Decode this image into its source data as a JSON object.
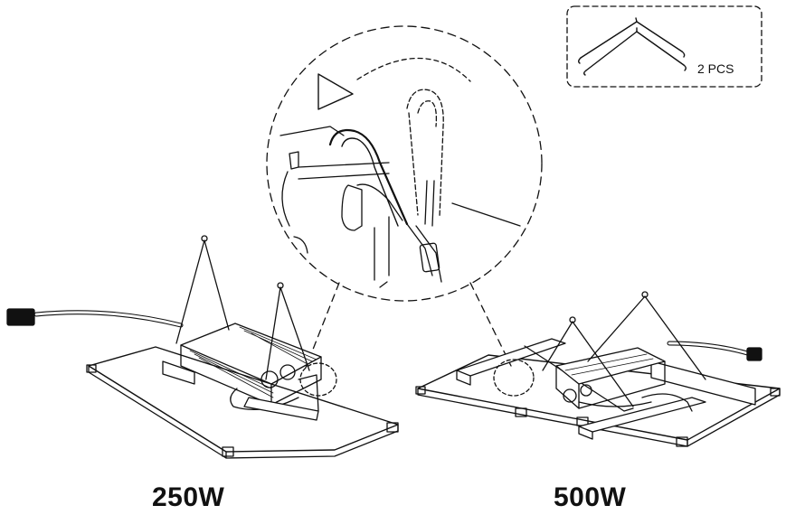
{
  "labels": {
    "left_model": "250W",
    "right_model": "500W",
    "accessory_qty": "2 PCS"
  },
  "icons": [
    "hanger-hook-icon",
    "magnified-detail-circle",
    "direction-arrow-icon"
  ],
  "colors": {
    "line": "#111111",
    "background": "#ffffff"
  }
}
